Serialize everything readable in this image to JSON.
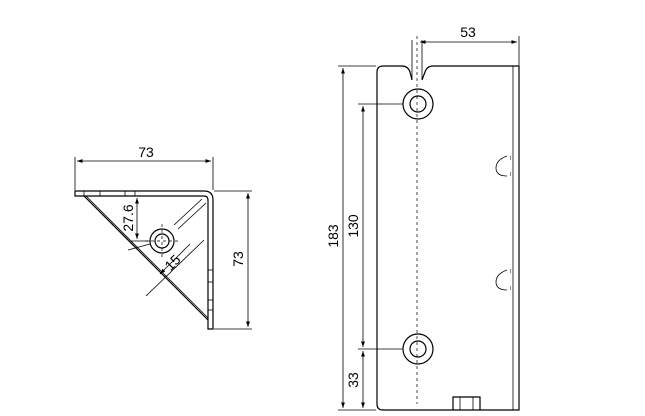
{
  "dimensions": {
    "side_width": "73",
    "side_height": "73",
    "hole_offset": "27.6",
    "hole_diameter": "15",
    "overall_height": "183",
    "hole_spacing": "130",
    "bottom_offset": "33",
    "flange_width": "53"
  }
}
